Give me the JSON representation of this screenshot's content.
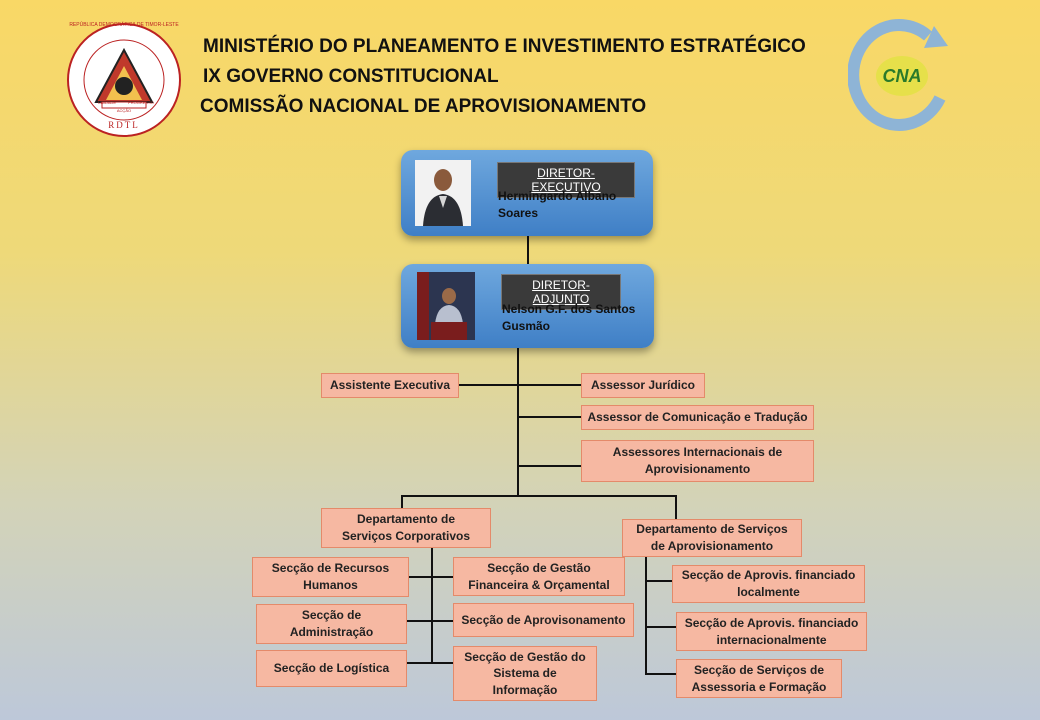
{
  "header": {
    "line1": "MINISTÉRIO DO PLANEAMENTO E INVESTIMENTO ESTRATÉGICO",
    "line2": "IX GOVERNO CONSTITUCIONAL",
    "line3": "COMISSÃO NACIONAL DE APROVISIONAMENTO"
  },
  "logos": {
    "left": {
      "ring_text": "REPÚBLICA DEMOCRÁTICA DE TIMOR-LESTE",
      "bottom_text": "RDTL",
      "motto_1": "UNIDADE",
      "motto_2": "PROGRESSO",
      "motto_3": "ACÇÃO"
    },
    "right": {
      "text": "CNA"
    }
  },
  "director": {
    "role": "DIRETOR-EXECUTIVO",
    "name_1": "Hermingardo Albano",
    "name_2": "Soares"
  },
  "deputy": {
    "role": "DIRETOR-ADJUNTO",
    "name_1": "Nelson G.F. dos Santos",
    "name_2": "Gusmão"
  },
  "advisors": {
    "executive_assistant": "Assistente Executiva",
    "legal": "Assessor Jurídico",
    "communication": "Assessor de Comunicação e Tradução",
    "international_1": "Assessores Internacionais de",
    "international_2": "Aprovisionamento"
  },
  "departments": {
    "corporate": {
      "line1": "Departamento de",
      "line2": "Serviços  Corporativos"
    },
    "procurement": {
      "line1": "Departamento de Serviços",
      "line2": "de  Aprovisionamento"
    }
  },
  "corporate_sections": {
    "hr_1": "Secção de Recursos",
    "hr_2": "Humanos",
    "admin_1": "Secção de",
    "admin_2": "Administração",
    "logistics": "Secção de Logística",
    "finance_1": "Secção de Gestão",
    "finance_2": "Financeira & Orçamental",
    "procurement": "Secção de Aprovisonamento",
    "info_1": "Secção de Gestão do",
    "info_2": "Sistema de",
    "info_3": "Informação"
  },
  "procurement_sections": {
    "local_1": "Secção de Aprovis. financiado",
    "local_2": "localmente",
    "intl_1": "Secção de Aprovis. financiado",
    "intl_2": "internacionalmente",
    "advisory_1": "Secção de Serviços de",
    "advisory_2": "Assessoria e Formação"
  },
  "colors": {
    "box_fill": "#f6b8a2",
    "box_border": "#e48a6a",
    "card_blue": "#4a8bd0",
    "role_tag": "#3a3a3a"
  }
}
